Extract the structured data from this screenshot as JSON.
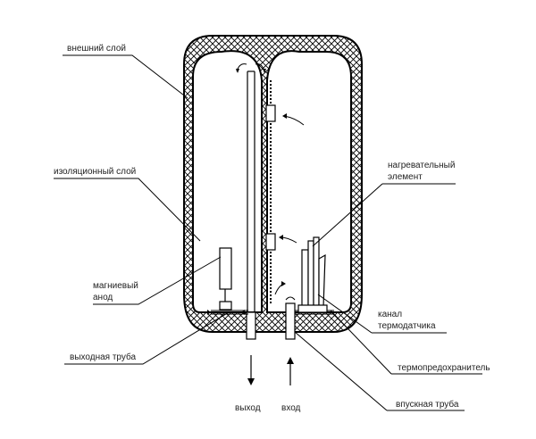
{
  "diagram": {
    "labels": {
      "outer_layer": "внешний слой",
      "insulation_layer": "изоляционный слой",
      "magnesium_anode_1": "магниевый",
      "magnesium_anode_2": "анод",
      "outlet_pipe": "выходная труба",
      "heating_element_1": "нагревательный",
      "heating_element_2": "элемент",
      "thermo_channel_1": "канал",
      "thermo_channel_2": "термодатчика",
      "thermal_fuse": "термопредохранитель",
      "inlet_pipe": "впускная труба",
      "exit": "выход",
      "entry": "вход"
    }
  }
}
